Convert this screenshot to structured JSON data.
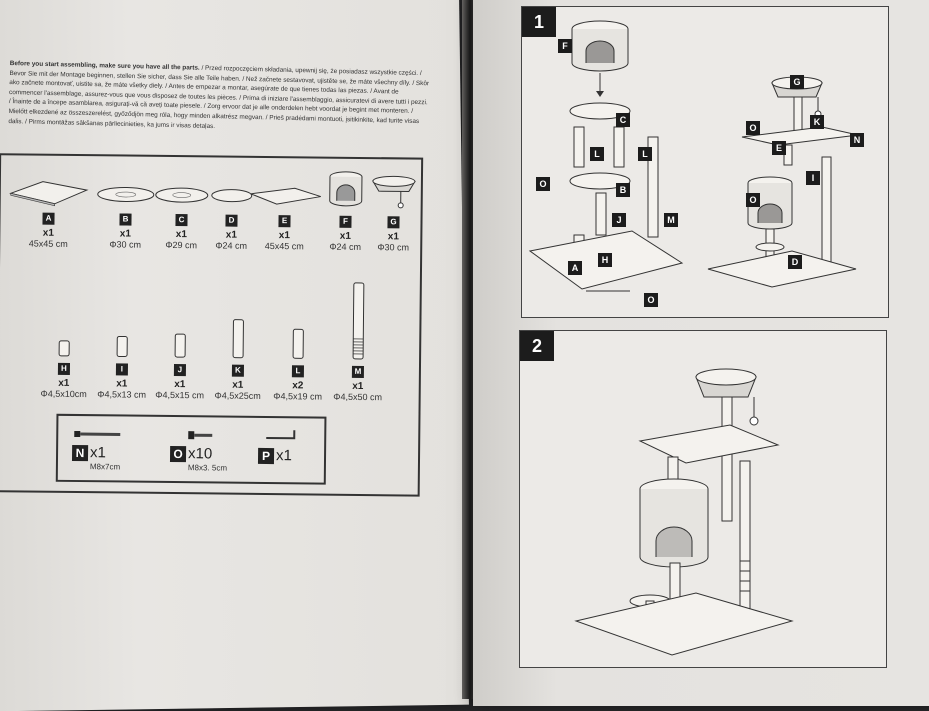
{
  "intro_text_bold": "Before you start assembling, make sure you have all the parts.",
  "intro_text": "/ Przed rozpoczęciem składania, upewnij się, że posiadasz wszystkie części. / Bevor Sie mit der Montage beginnen, stellen Sie sicher, dass Sie alle Teile haben. / Než začnete sestavovat, ujistěte se, že máte všechny díly. / Skôr ako začnete montovať, uistite sa, že máte všetky diely. / Antes de empezar a montar, asegúrate de que tienes todas las piezas. / Avant de commencer l'assemblage, assurez-vous que vous disposez de toutes les pièces. / Prima di iniziare l'assemblaggio, assicuratevi di avere tutti i pezzi. / Înainte de a începe asamblarea, asigurați-vă că aveți toate piesele. / Zorg ervoor dat je alle onderdelen hebt voordat je begint met monteren. / Mielőtt elkezdené az összeszerelést, győződjön meg róla, hogy minden alkatrész megvan. / Prieš pradėdami montuoti, įsitikinkite, kad turite visas dalis. / Pirms montāžas sākšanas pārliecinieties, ka jums ir visas detaļas.",
  "parts_row1": [
    {
      "tag": "A",
      "qty": "x1",
      "dim": "45x45 cm",
      "icon": "square-board"
    },
    {
      "tag": "B",
      "qty": "x1",
      "dim": "Φ30 cm",
      "icon": "round-disc"
    },
    {
      "tag": "C",
      "qty": "x1",
      "dim": "Φ29 cm",
      "icon": "round-disc"
    },
    {
      "tag": "D",
      "qty": "x1",
      "dim": "Φ24 cm",
      "icon": "round-disc"
    },
    {
      "tag": "E",
      "qty": "x1",
      "dim": "45x45 cm",
      "icon": "shelf-board"
    },
    {
      "tag": "F",
      "qty": "x1",
      "dim": "Φ24 cm",
      "icon": "cat-house"
    },
    {
      "tag": "G",
      "qty": "x1",
      "dim": "Φ30 cm",
      "icon": "bed-with-toy"
    }
  ],
  "parts_row2": [
    {
      "tag": "H",
      "qty": "x1",
      "dim": "Φ4,5x10cm",
      "len": 0.2
    },
    {
      "tag": "I",
      "qty": "x1",
      "dim": "Φ4,5x13 cm",
      "len": 0.26
    },
    {
      "tag": "J",
      "qty": "x1",
      "dim": "Φ4,5x15 cm",
      "len": 0.3
    },
    {
      "tag": "K",
      "qty": "x1",
      "dim": "Φ4,5x25cm",
      "len": 0.5
    },
    {
      "tag": "L",
      "qty": "x2",
      "dim": "Φ4,5x19 cm",
      "len": 0.38
    },
    {
      "tag": "M",
      "qty": "x1",
      "dim": "Φ4,5x50 cm",
      "len": 1.0
    }
  ],
  "hardware": [
    {
      "tag": "N",
      "qty": "x1",
      "dim": "M8x7cm",
      "icon": "long-bolt-icon"
    },
    {
      "tag": "O",
      "qty": "x10",
      "dim": "M8x3. 5cm",
      "icon": "short-bolt-icon"
    },
    {
      "tag": "P",
      "qty": "x1",
      "dim": "",
      "icon": "allen-key-icon"
    }
  ],
  "steps": [
    {
      "number": "1",
      "labels": [
        "F",
        "C",
        "L",
        "L",
        "O",
        "B",
        "J",
        "M",
        "H",
        "A",
        "O",
        "G",
        "K",
        "O",
        "E",
        "N",
        "I",
        "O",
        "D"
      ]
    },
    {
      "number": "2"
    }
  ]
}
